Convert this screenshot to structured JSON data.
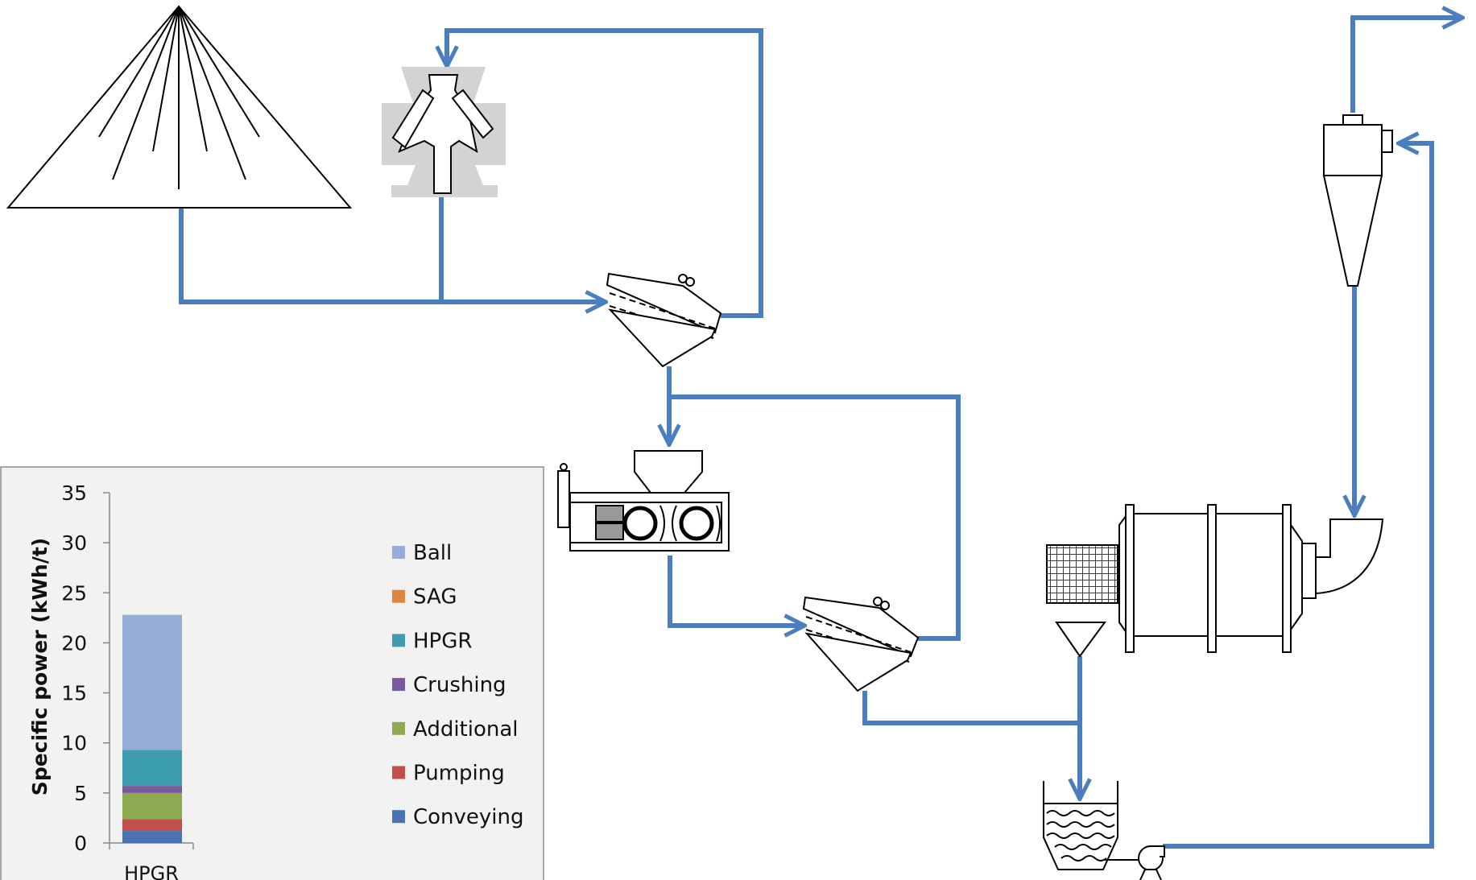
{
  "chart_data": {
    "type": "bar",
    "stacked": true,
    "categories": [
      "HPGR"
    ],
    "ylabel": "Specific power (kWh/t)",
    "xlabel": "",
    "ylim": [
      0,
      35
    ],
    "yticks": [
      "0",
      "5",
      "10",
      "15",
      "20",
      "25",
      "30",
      "35"
    ],
    "grid": false,
    "legend_position": "right",
    "series": [
      {
        "name": "Conveying",
        "color": "#4a72b0",
        "values": [
          1.2
        ]
      },
      {
        "name": "Pumping",
        "color": "#c0504d",
        "values": [
          1.2
        ]
      },
      {
        "name": "Additional",
        "color": "#8cab4e",
        "values": [
          2.6
        ]
      },
      {
        "name": "Crushing",
        "color": "#7a5a9c",
        "values": [
          0.7
        ]
      },
      {
        "name": "HPGR",
        "color": "#3f9db2",
        "values": [
          3.6
        ]
      },
      {
        "name": "SAG",
        "color": "#e0853d",
        "values": [
          0.0
        ]
      },
      {
        "name": "Ball",
        "color": "#96aed6",
        "values": [
          13.5
        ]
      }
    ]
  },
  "colors": {
    "flow_line": "#4a7ebf",
    "crusher_housing": "#d3d3d3",
    "chart_background": "#f2f2f2"
  },
  "equipment_icons": [
    "stockpile-icon",
    "cone-crusher-icon",
    "vibrating-screen-icon",
    "hpgr-icon",
    "ball-mill-icon",
    "sump-icon",
    "slurry-pump-icon",
    "cyclone-icon"
  ]
}
